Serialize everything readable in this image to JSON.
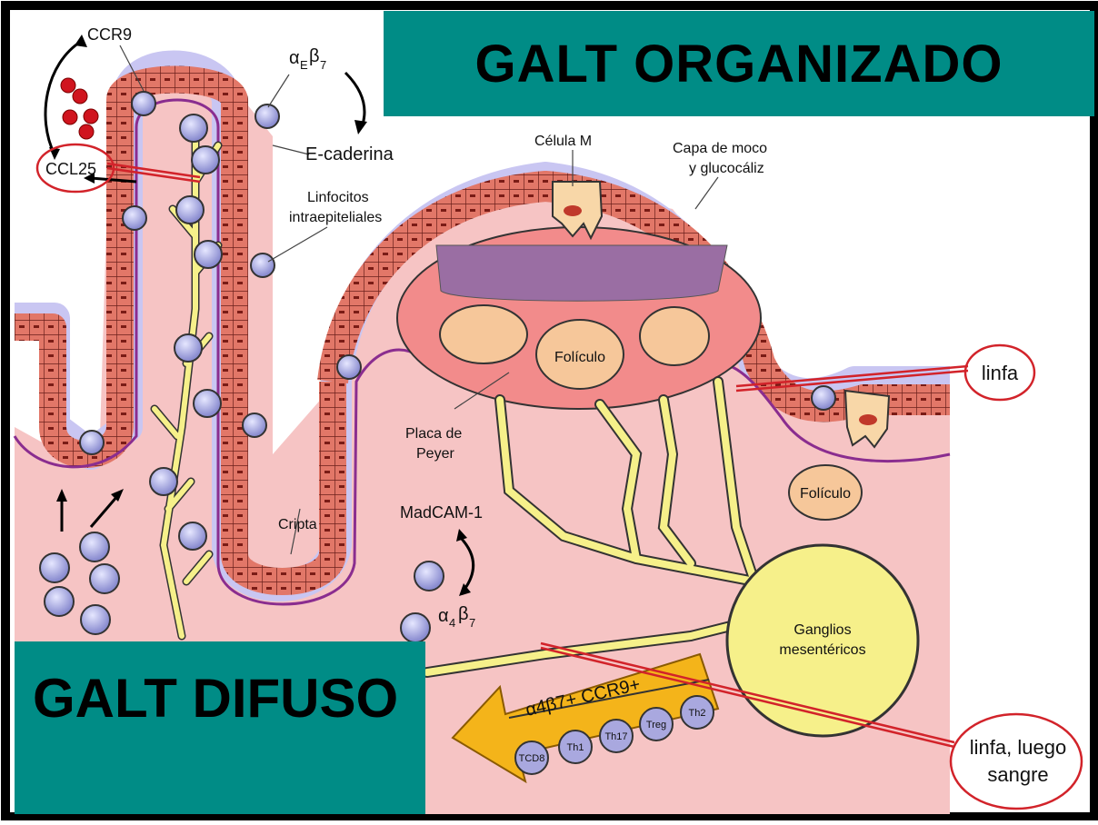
{
  "banners": {
    "top": "GALT ORGANIZADO",
    "bottom": "GALT DIFUSO"
  },
  "labels": {
    "ccr9": "CCR9",
    "ccl25": "CCL25",
    "aebeta7_alpha": "α",
    "aebeta7_sub": "E",
    "aebeta7_beta": "β",
    "aebeta7_sub2": "7",
    "ecaderina": "E-caderina",
    "linfocitos_1": "Linfocitos",
    "linfocitos_2": "intraepiteliales",
    "celula_m": "Célula M",
    "capa_1": "Capa de moco",
    "capa_2": "y glucocáliz",
    "foliculo_1": "Folículo",
    "foliculo_2": "Folículo",
    "placa_1": "Placa de",
    "placa_2": "Peyer",
    "cripta": "Cripta",
    "madcam": "MadCAM-1",
    "a4b7_alpha": "α",
    "a4b7_sub": "4",
    "a4b7_beta": "β",
    "a4b7_sub2": "7",
    "ganglios_1": "Ganglios",
    "ganglios_2": "mesentéricos",
    "arrow_text": "α4β7+ CCR9+",
    "linfa": "linfa",
    "linfa_sangre_1": "linfa, luego",
    "linfa_sangre_2": "sangre"
  },
  "cells": [
    "TCD8",
    "Th1",
    "Th17",
    "Treg",
    "Th2"
  ],
  "colors": {
    "teal": "#008c86",
    "tissue": "#f6c4c4",
    "epithelium": "#e27768",
    "mucus": "#c9c6f2",
    "lymph": "#f6f08a",
    "lymphocyte": "#9e9fd8",
    "annotation": "#d2232a",
    "arrow": "#f4b41a"
  }
}
